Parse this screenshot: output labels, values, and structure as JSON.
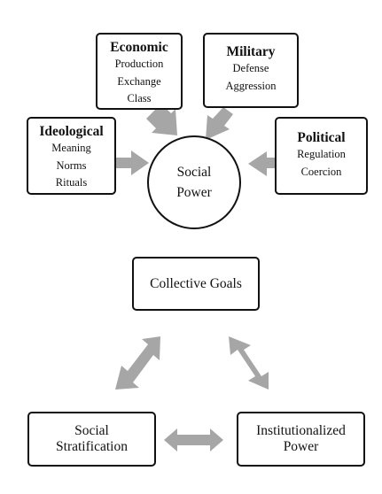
{
  "economic": {
    "title": "Economic",
    "items": [
      "Production",
      "Exchange",
      "Class"
    ]
  },
  "military": {
    "title": "Military",
    "items": [
      "Defense",
      "Aggression"
    ]
  },
  "ideological": {
    "title": "Ideological",
    "items": [
      "Meaning",
      "Norms",
      "Rituals"
    ]
  },
  "political": {
    "title": "Political",
    "items": [
      "Regulation",
      "Coercion"
    ]
  },
  "center": {
    "line1": "Social",
    "line2": "Power"
  },
  "collective": {
    "label": "Collective Goals"
  },
  "stratification": {
    "line1": "Social",
    "line2": "Stratification"
  },
  "institutional": {
    "line1": "Institutionalized",
    "line2": "Power"
  },
  "colors": {
    "arrow": "#a6a6a6",
    "border": "#111111"
  }
}
